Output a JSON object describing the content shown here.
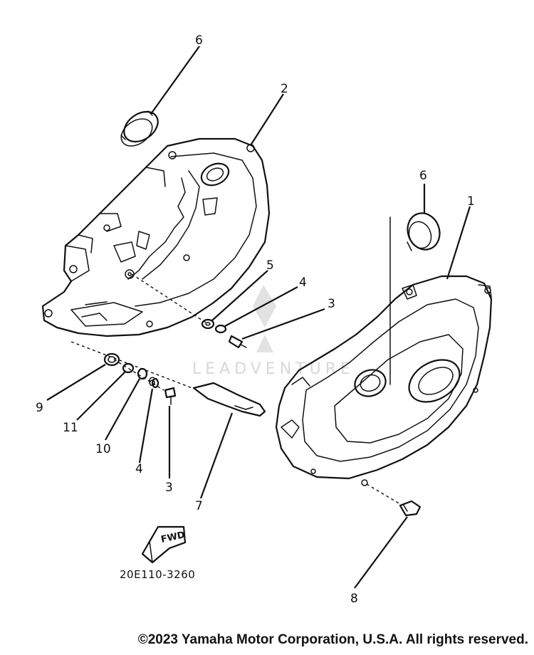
{
  "diagram": {
    "callouts": {
      "c6_top": "6",
      "c2": "2",
      "c6_right": "6",
      "c1": "1",
      "c5": "5",
      "c4_right": "4",
      "c3_right": "3",
      "c9": "9",
      "c11": "11",
      "c10": "10",
      "c6_lower": "6",
      "c4_lower": "4",
      "c3_lower": "3",
      "c7": "7",
      "c8": "8"
    },
    "fwd_label": "FWD",
    "part_number": "20E110-3260",
    "watermark": "LEADVENTURE"
  },
  "footer": {
    "copyright": "©2023 Yamaha Motor Corporation, U.S.A. All rights reserved."
  }
}
